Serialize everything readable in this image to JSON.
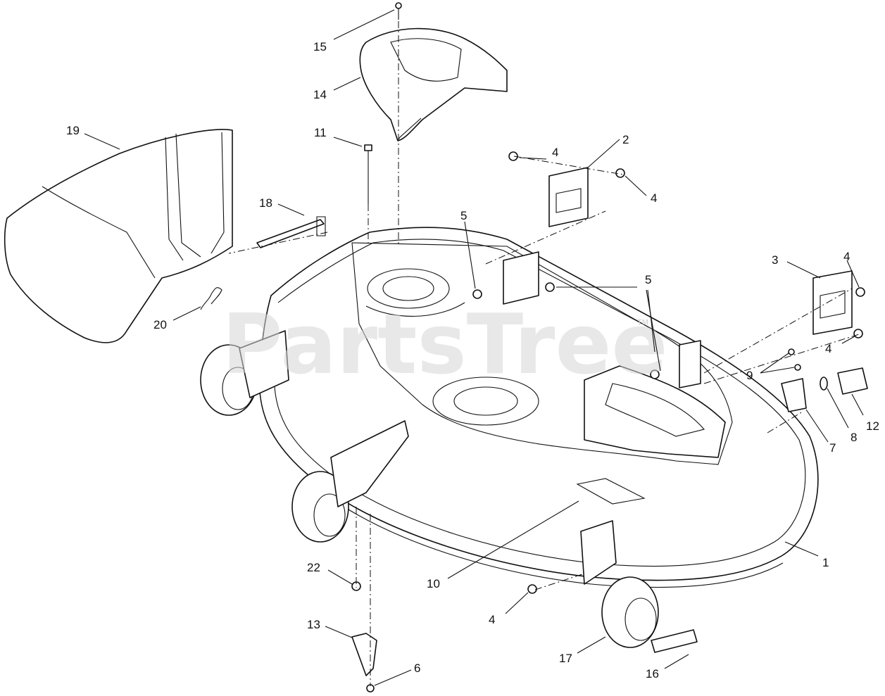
{
  "watermark": {
    "text": "PartsTree",
    "mark": "TM"
  },
  "callouts": [
    {
      "id": "c15",
      "label": "15"
    },
    {
      "id": "c14",
      "label": "14"
    },
    {
      "id": "c19",
      "label": "19"
    },
    {
      "id": "c11",
      "label": "11"
    },
    {
      "id": "c2",
      "label": "2"
    },
    {
      "id": "c4a",
      "label": "4"
    },
    {
      "id": "c4b",
      "label": "4"
    },
    {
      "id": "c18",
      "label": "18"
    },
    {
      "id": "c5a",
      "label": "5"
    },
    {
      "id": "c3",
      "label": "3"
    },
    {
      "id": "c4c",
      "label": "4"
    },
    {
      "id": "c5b",
      "label": "5"
    },
    {
      "id": "c20",
      "label": "20"
    },
    {
      "id": "c4d",
      "label": "4"
    },
    {
      "id": "c9",
      "label": "9"
    },
    {
      "id": "c12",
      "label": "12"
    },
    {
      "id": "c8",
      "label": "8"
    },
    {
      "id": "c7",
      "label": "7"
    },
    {
      "id": "c1",
      "label": "1"
    },
    {
      "id": "c10",
      "label": "10"
    },
    {
      "id": "c22",
      "label": "22"
    },
    {
      "id": "c4e",
      "label": "4"
    },
    {
      "id": "c13",
      "label": "13"
    },
    {
      "id": "c17",
      "label": "17"
    },
    {
      "id": "c6",
      "label": "6"
    },
    {
      "id": "c16",
      "label": "16"
    }
  ]
}
